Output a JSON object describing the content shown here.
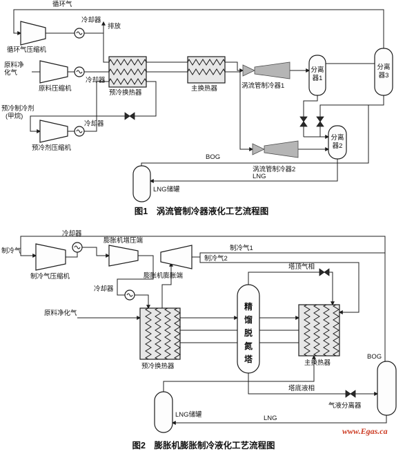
{
  "page": {
    "background": "#ffffff",
    "ink": "#1c1c1c",
    "equipment_gray": "#b5b5b5",
    "watermark_color": "#cc3a22"
  },
  "fig1": {
    "caption": "图1　涡流管制冷器液化工艺流程图",
    "labels": {
      "recycle_gas": "循环气",
      "cooler_top": "冷却器",
      "recycle_compressor": "循环气压缩机",
      "vent": "排放",
      "feed_gas": [
        "原料净",
        "化气"
      ],
      "cooler_feed": "冷却器",
      "feed_compressor": "原料压缩机",
      "precool_refrigerant": [
        "预冷制冷剂",
        "(甲烷)"
      ],
      "cooler_precool": "冷却器",
      "precool_compressor": "预冷剂压缩机",
      "precool_hx": "预冷换热器",
      "main_hx": "主换热器",
      "vortex_cooler_1": "涡流管制冷器1",
      "separator_1": [
        "分离",
        "器1"
      ],
      "separator_3": [
        "分离",
        "器3"
      ],
      "separator_2": [
        "分离",
        "器2"
      ],
      "vortex_cooler_2": "涡流管制冷器2",
      "bog": "BOG",
      "lng_tank": "LNG储罐",
      "lng": "LNG"
    }
  },
  "fig2": {
    "caption": "图2　膨胀机膨胀制冷液化工艺流程图",
    "labels": {
      "cooler_1": "冷却器",
      "refrigerant_gas": "制冷气",
      "refrigerant_compressor": "制冷气压缩机",
      "expander_booster": "膨胀机增压端",
      "expander_turbine": "膨胀机膨胀端",
      "refrigerant_1": "制冷气1",
      "refrigerant_2": "制冷气2",
      "tower_top_gas": "塔顶气相",
      "cooler_2": "冷却器",
      "feed_gas": "原料净化气",
      "precool_hx": "预冷换热器",
      "tower_chars": [
        "精",
        "馏",
        "脱",
        "氮",
        "塔"
      ],
      "main_hx": "主换热器",
      "bog": "BOG",
      "tower_bottom_liquid": "塔底液相",
      "gas_liquid_separator": "气液分离器",
      "lng_tank": "LNG储罐",
      "lng": "LNG"
    }
  },
  "watermark": "www.Egas.ca"
}
